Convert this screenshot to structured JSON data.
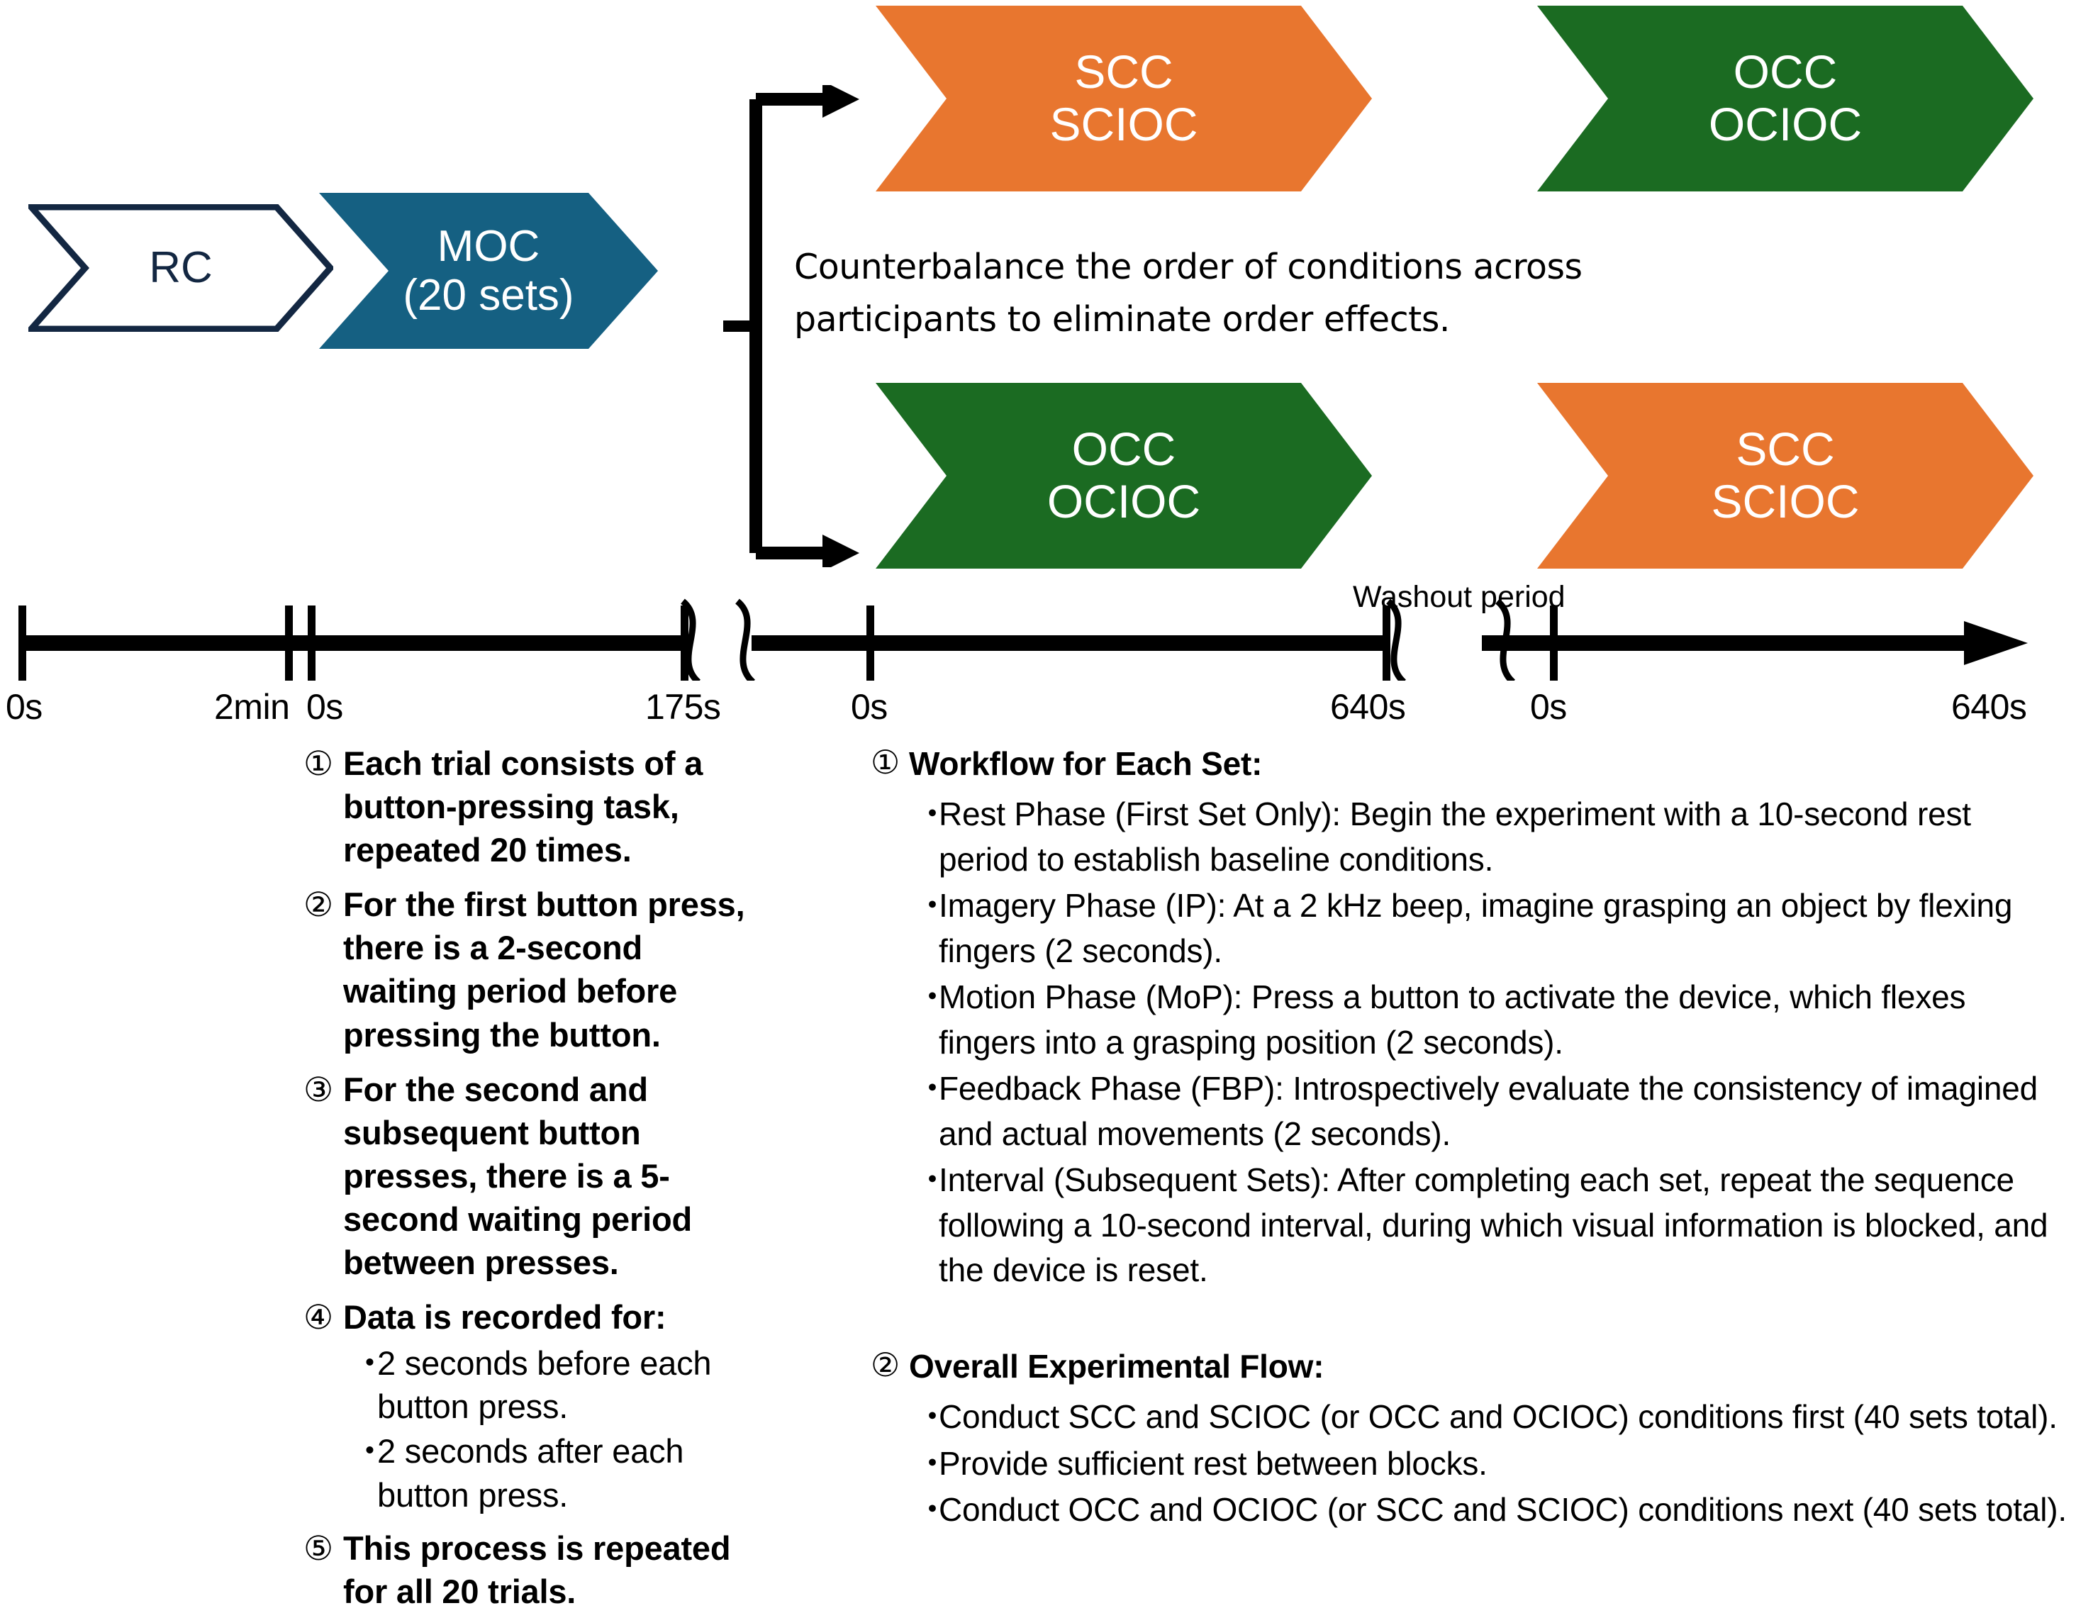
{
  "colors": {
    "orange": "#E8762F",
    "green": "#1B6B22",
    "blue": "#156082",
    "navy": "#132742",
    "black": "#000000",
    "white": "#FFFFFF"
  },
  "flow": {
    "rc": {
      "line1": "RC",
      "line2": ""
    },
    "moc": {
      "line1": "MOC",
      "line2": "(20 sets)"
    },
    "branch_note": "Counterbalance the order of conditions across participants to eliminate order effects.",
    "branch_note_l1": "Counterbalance the order of conditions across",
    "branch_note_l2": "participants to eliminate order effects.",
    "top_row": [
      {
        "line1": "SCC",
        "line2": "SCIOC",
        "color": "orange"
      },
      {
        "line1": "OCC",
        "line2": "OCIOC",
        "color": "green"
      }
    ],
    "bottom_row": [
      {
        "line1": "OCC",
        "line2": "OCIOC",
        "color": "green"
      },
      {
        "line1": "SCC",
        "line2": "SCIOC",
        "color": "orange"
      }
    ]
  },
  "timeline": {
    "washout_label": "Washout period",
    "labels": [
      "0s",
      "2min",
      "0s",
      "175s",
      "0s",
      "640s",
      "0s",
      "640s"
    ]
  },
  "left_list": [
    {
      "num": "①",
      "bold": true,
      "text": "Each trial consists of a button-pressing task, repeated 20 times."
    },
    {
      "num": "②",
      "bold": true,
      "text": "For the first button press, there is a 2-second waiting period before pressing the button."
    },
    {
      "num": "③",
      "bold": true,
      "text": "For the second and subsequent button presses, there is a 5-second waiting period between presses."
    },
    {
      "num": "④",
      "bold": true,
      "text": "Data is recorded for:",
      "subs": [
        {
          "bullet": "・",
          "text": "2 seconds before each button press."
        },
        {
          "bullet": "・",
          "text": "2 seconds after each button press."
        }
      ]
    },
    {
      "num": "⑤",
      "bold": true,
      "text": "This process is repeated for all 20 trials."
    }
  ],
  "right_list": [
    {
      "num": "①",
      "heading": "Workflow for Each Set:",
      "subs": [
        {
          "bullet": "・",
          "text": "Rest Phase (First Set Only): Begin the experiment with a 10-second rest period to establish baseline conditions."
        },
        {
          "bullet": "・",
          "text": "Imagery Phase (IP): At a 2 kHz beep, imagine grasping an object by flexing fingers (2 seconds)."
        },
        {
          "bullet": "・",
          "text": "Motion Phase (MoP): Press a button to activate the device, which flexes fingers into a grasping position (2 seconds)."
        },
        {
          "bullet": "・",
          "text": "Feedback Phase (FBP): Introspectively evaluate the consistency of imagined and actual movements (2 seconds)."
        },
        {
          "bullet": "・",
          "text": "Interval (Subsequent Sets): After completing each set, repeat the sequence following a 10-second interval, during which visual information is blocked, and the device is reset."
        }
      ]
    },
    {
      "num": "②",
      "heading": "Overall Experimental Flow:",
      "subs": [
        {
          "bullet": "・",
          "text": "Conduct SCC and SCIOC (or OCC and OCIOC) conditions first (40 sets total)."
        },
        {
          "bullet": "・",
          "text": "Provide sufficient rest between blocks."
        },
        {
          "bullet": "・",
          "text": "Conduct OCC and OCIOC (or SCC and SCIOC) conditions next (40 sets total)."
        }
      ]
    }
  ]
}
